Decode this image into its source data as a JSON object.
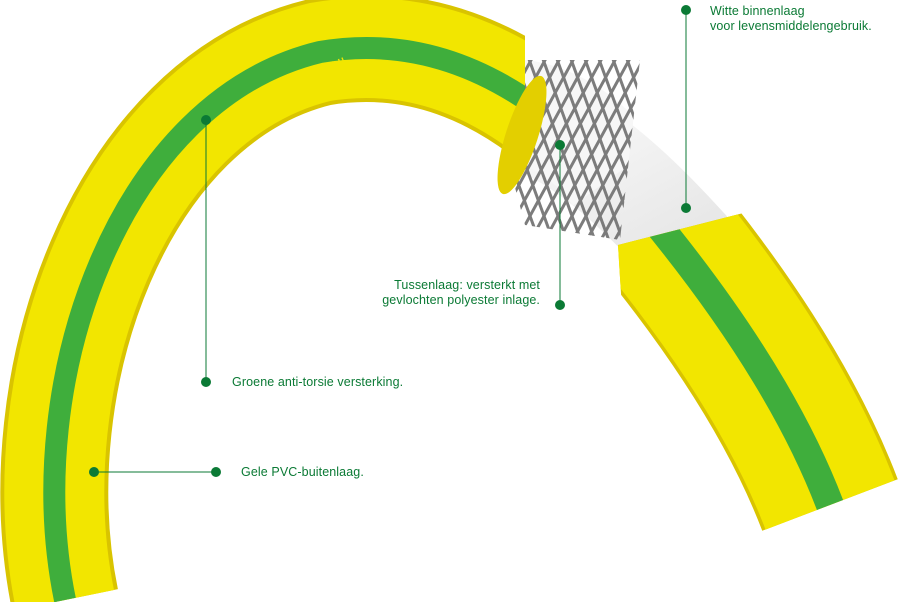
{
  "brand": {
    "name": "YELLOW GARDEN",
    "badge": "!!"
  },
  "labels": {
    "inner_layer": {
      "line1": "Witte binnenlaag",
      "line2": "voor levensmiddelengebruik."
    },
    "middle_layer": {
      "line1": "Tussenlaag: versterkt met",
      "line2": "gevlochten polyester inlage."
    },
    "green_stripe": {
      "text": "Groene anti-torsie versterking."
    },
    "outer_layer": {
      "text": "Gele PVC-buitenlaag."
    }
  },
  "colors": {
    "yellow": "#f2e600",
    "yellow_shadow": "#d9c400",
    "green": "#3fae3c",
    "label_green": "#0b7a35",
    "white_layer": "#f4f4f4",
    "mesh": "#6e6e6e"
  }
}
